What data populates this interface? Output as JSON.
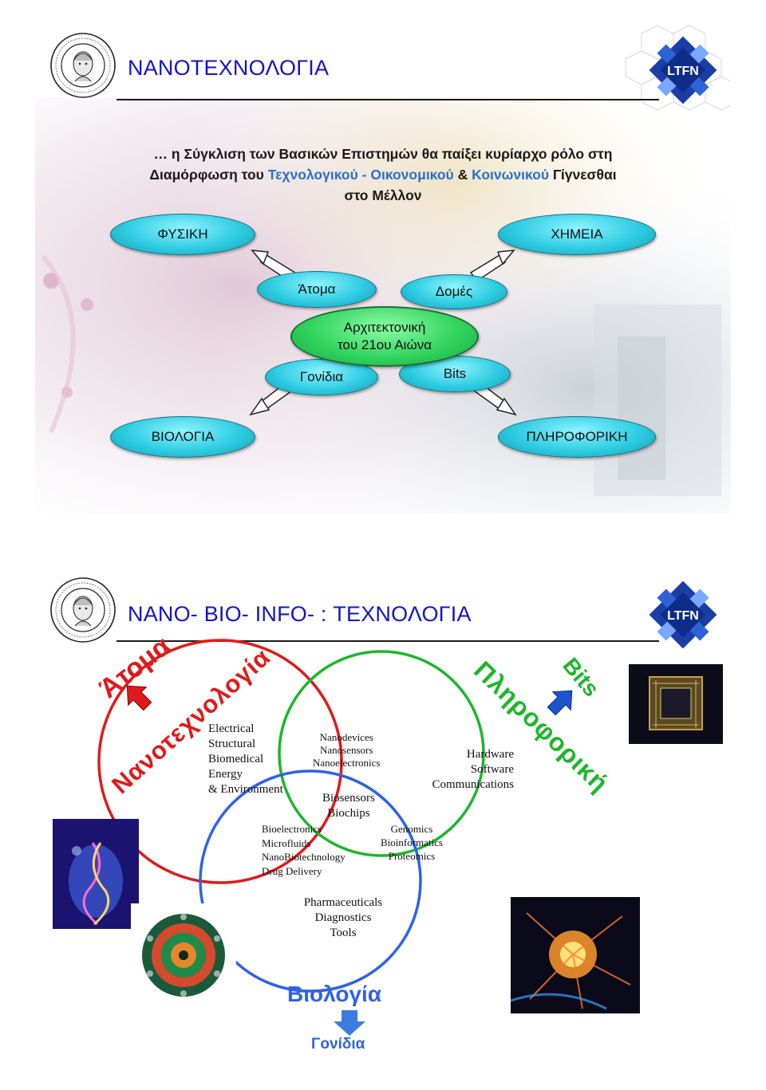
{
  "slide1": {
    "title": "ΝΑΝΟΤΕΧΝΟΛΟΓΙΑ",
    "intro": {
      "line1": "… η Σύγκλιση των Βασικών Επιστημών θα παίξει κυρίαρχο ρόλο στη",
      "line2_a": "Διαμόρφωση του ",
      "line2_b": "Τεχνολογικού",
      "line2_c": " - ",
      "line2_d": "Οικονομικού",
      "line2_e": " & ",
      "line2_f": "Κοινωνικού",
      "line2_g": " Γίγνεσθαι",
      "line3": "στο Μέλλον"
    },
    "fields": {
      "top_left": "ΦΥΣΙΚΗ",
      "top_right": "ΧΗΜΕΙΑ",
      "bottom_left": "ΒΙΟΛΟΓΙΑ",
      "bottom_right": "ΠΛΗΡΟΦΟΡΙΚΗ"
    },
    "units": {
      "atoms": "Άτομα",
      "structures": "Δομές",
      "genes": "Γονίδια",
      "bits": "Bits"
    },
    "center": {
      "line1": "Αρχιτεκτονική",
      "line2": "του 21ου Αιώνα"
    }
  },
  "slide2": {
    "title": "NANO- BIO- INFO- : ΤΕΧΝΟΛΟΓΙΑ",
    "logo_text": "LTFN",
    "labels": {
      "atoms": "Άτομα",
      "nanotech": "Νανοτεχνολογία",
      "informatics": "Πληροφορική",
      "bits": "Bits",
      "biology": "Βιολογία",
      "genes": "Γονίδια"
    },
    "nano_items": [
      "Electrical",
      "Structural",
      "Biomedical",
      "Energy",
      "& Environment"
    ],
    "nano_info_items": [
      "Nanodevices",
      "Nanosensors",
      "Nanoelectronics"
    ],
    "center_items": [
      "Biosensors",
      "Biochips"
    ],
    "info_items": [
      "Hardware",
      "Software",
      "Communications"
    ],
    "nano_bio_items": [
      "Bioelectronics",
      "Microfluids",
      "NanoBiotechnology",
      "Drug Delivery"
    ],
    "bio_info_items": [
      "Genomics",
      "Bioinformatics",
      "Proteomics"
    ],
    "bio_items": [
      "Pharmaceuticals",
      "Diagnostics",
      "Tools"
    ]
  },
  "colors": {
    "title_blue": "#1414c8",
    "nano_red": "#e01a1a",
    "info_green": "#1db62b",
    "bio_blue": "#3062e8",
    "pill_cyan": "#2fcde2",
    "center_green": "#33d560"
  }
}
